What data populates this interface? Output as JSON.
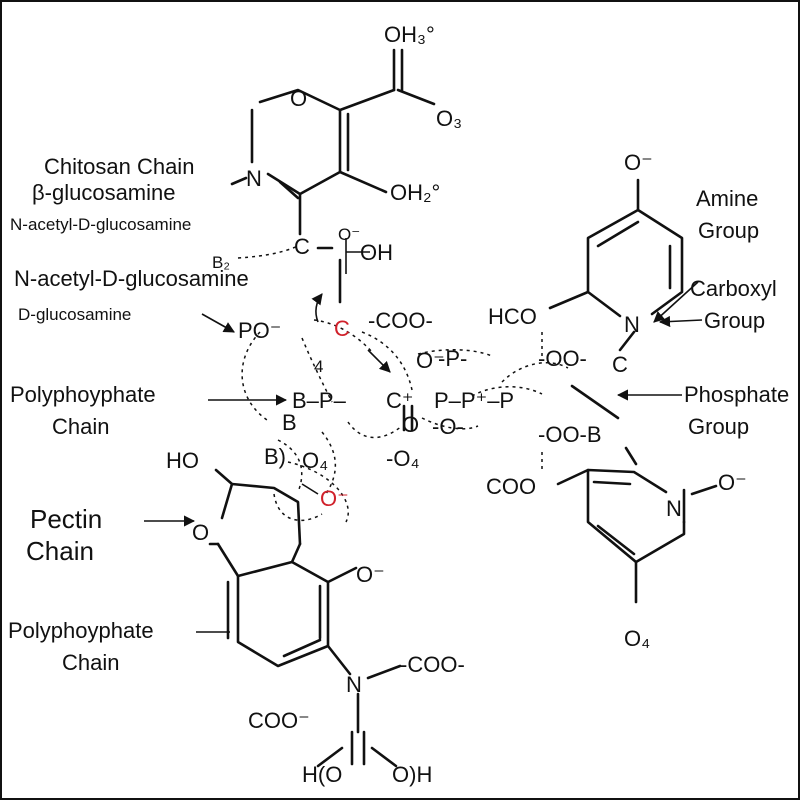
{
  "labels": {
    "chitosan_1": "Chitosan Chain",
    "chitosan_2": "β-glucosamine",
    "chitosan_3": "N-acetyl-D-glucosamine",
    "nacetyl_1": "N-acetyl-D-glucosamine",
    "nacetyl_2": "D-glucosamine",
    "polyphos1_1": "Polyphoyphate",
    "polyphos1_2": "Chain",
    "pectin_1": "Pectin",
    "pectin_2": "Chain",
    "polyphos2_1": "Polyphoyphate",
    "polyphos2_2": "Chain",
    "amine_1": "Amine",
    "amine_2": "Group",
    "carboxyl_1": "Carboxyl",
    "carboxyl_2": "Group",
    "phosphate_1": "Phosphate",
    "phosphate_2": "Group"
  },
  "atoms": {
    "oh3": "OH₃°",
    "o_top": "O",
    "o3": "O₃",
    "n_ring": "N",
    "oh2": "OH₂°",
    "c_top": "C",
    "o_minus_top": "O⁻",
    "oh_right": "OH",
    "b2": "B₂",
    "po_minus": "PO⁻",
    "c_red": "C",
    "coo_mid": "-COO-",
    "num4": "4",
    "b_p": "B–P–",
    "c_plus": "C⁺",
    "p_chain": "P–P⁺–P",
    "o_minus_dash": "O⁻",
    "p_top": "-P-",
    "o_mid": "-O-",
    "o_down": "O",
    "o4_mid": "-O₄",
    "b_small": "B",
    "b_paren": "B)",
    "o4_left": "O₄",
    "ho": "HO",
    "o_red": "O⁻",
    "o_pectin": "O",
    "o_minus_pectin": "O⁻",
    "n_bottom": "N",
    "coo_bottom_r": "-COO-",
    "coo_bottom_l": "COO⁻",
    "h_o_left": "H(O",
    "o_h_right": "O)H",
    "hco": "HCO",
    "n_right": "N",
    "o_minus_tr": "O⁻",
    "oo_top": "-OO-",
    "c_right": "C",
    "oo_b": "-OO-B",
    "coo_right": "COO",
    "n_o": "N",
    "o_minus_r2": "O⁻",
    "o4_right": "O₄"
  },
  "colors": {
    "ink": "#111111",
    "highlight": "#d0202a"
  }
}
